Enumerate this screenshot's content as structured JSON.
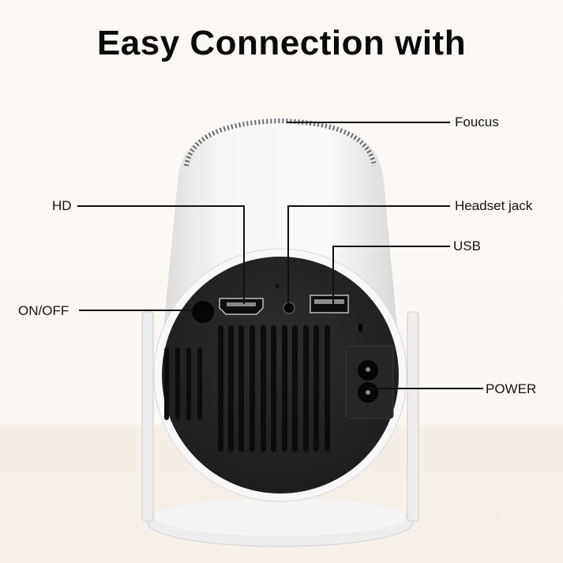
{
  "title": "Easy Connection with",
  "callouts": {
    "focus": "Foucus",
    "hd": "HD",
    "headset": "Headset jack",
    "usb": "USB",
    "onoff": "ON/OFF",
    "power": "POWER"
  },
  "colors": {
    "background": "#fbf7f2",
    "body": "#f2f2f2",
    "panel": "#242424",
    "text": "#141414"
  }
}
